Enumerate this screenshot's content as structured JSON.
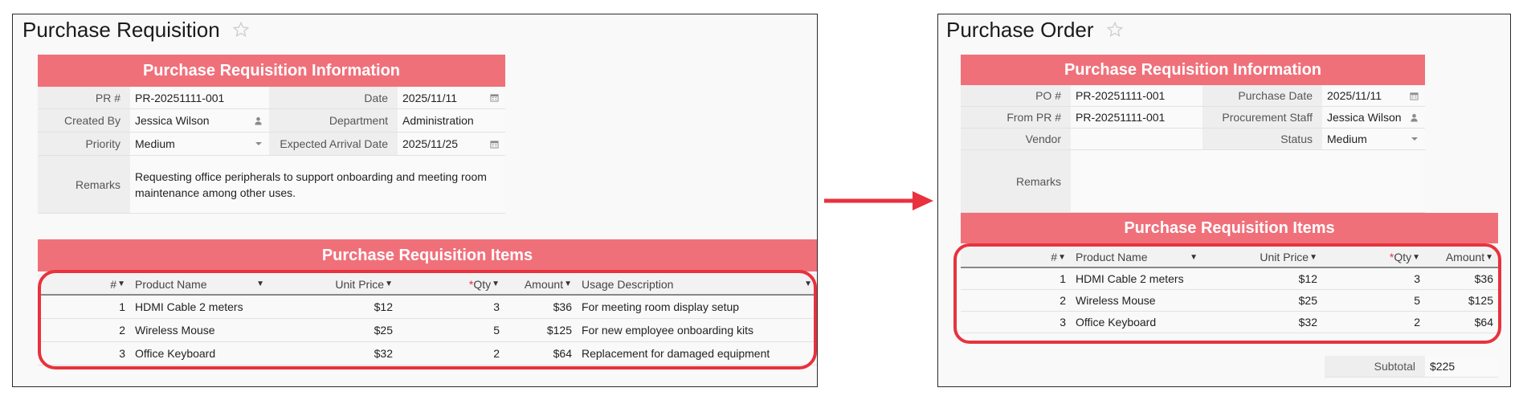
{
  "colors": {
    "accent": "#f0707a",
    "highlight": "#e8323e",
    "panel_border": "#2a2a2a"
  },
  "requisition": {
    "title": "Purchase Requisition",
    "info_header": "Purchase Requisition Information",
    "fields": {
      "pr_label": "PR #",
      "pr_value": "PR-20251111-001",
      "date_label": "Date",
      "date_value": "2025/11/11",
      "created_by_label": "Created By",
      "created_by_value": "Jessica Wilson",
      "department_label": "Department",
      "department_value": "Administration",
      "priority_label": "Priority",
      "priority_value": "Medium",
      "arrival_label": "Expected Arrival Date",
      "arrival_value": "2025/11/25",
      "remarks_label": "Remarks",
      "remarks_value": "Requesting office peripherals to support onboarding and meeting room maintenance among other uses."
    },
    "items_header": "Purchase Requisition Items",
    "columns": {
      "num": "#",
      "product": "Product Name",
      "unit_price": "Unit Price",
      "qty_req": "*",
      "qty": "Qty",
      "amount": "Amount",
      "usage": "Usage Description"
    },
    "items": [
      {
        "num": "1",
        "product": "HDMI Cable 2 meters",
        "unit_price": "$12",
        "qty": "3",
        "amount": "$36",
        "usage": "For meeting room display setup"
      },
      {
        "num": "2",
        "product": "Wireless Mouse",
        "unit_price": "$25",
        "qty": "5",
        "amount": "$125",
        "usage": "For new employee onboarding kits"
      },
      {
        "num": "3",
        "product": "Office Keyboard",
        "unit_price": "$32",
        "qty": "2",
        "amount": "$64",
        "usage": "Replacement for damaged equipment"
      }
    ]
  },
  "order": {
    "title": "Purchase Order",
    "info_header": "Purchase Requisition Information",
    "fields": {
      "po_label": "PO #",
      "po_value": "PR-20251111-001",
      "purchase_date_label": "Purchase Date",
      "purchase_date_value": "2025/11/11",
      "from_pr_label": "From PR #",
      "from_pr_value": "PR-20251111-001",
      "staff_label": "Procurement Staff",
      "staff_value": "Jessica Wilson",
      "vendor_label": "Vendor",
      "vendor_value": "",
      "status_label": "Status",
      "status_value": "Medium",
      "remarks_label": "Remarks",
      "remarks_value": ""
    },
    "items_header": "Purchase Requisition Items",
    "columns": {
      "num": "#",
      "product": "Product Name",
      "unit_price": "Unit Price",
      "qty_req": "*",
      "qty": "Qty",
      "amount": "Amount"
    },
    "items": [
      {
        "num": "1",
        "product": "HDMI Cable 2 meters",
        "unit_price": "$12",
        "qty": "3",
        "amount": "$36"
      },
      {
        "num": "2",
        "product": "Wireless Mouse",
        "unit_price": "$25",
        "qty": "5",
        "amount": "$125"
      },
      {
        "num": "3",
        "product": "Office Keyboard",
        "unit_price": "$32",
        "qty": "2",
        "amount": "$64"
      }
    ],
    "subtotal_label": "Subtotal",
    "subtotal_value": "$225"
  },
  "icons": {
    "star": "star-icon",
    "calendar": "calendar-icon",
    "user": "user-icon",
    "dropdown": "chevron-down-icon",
    "arrow": "arrow-right-icon"
  }
}
